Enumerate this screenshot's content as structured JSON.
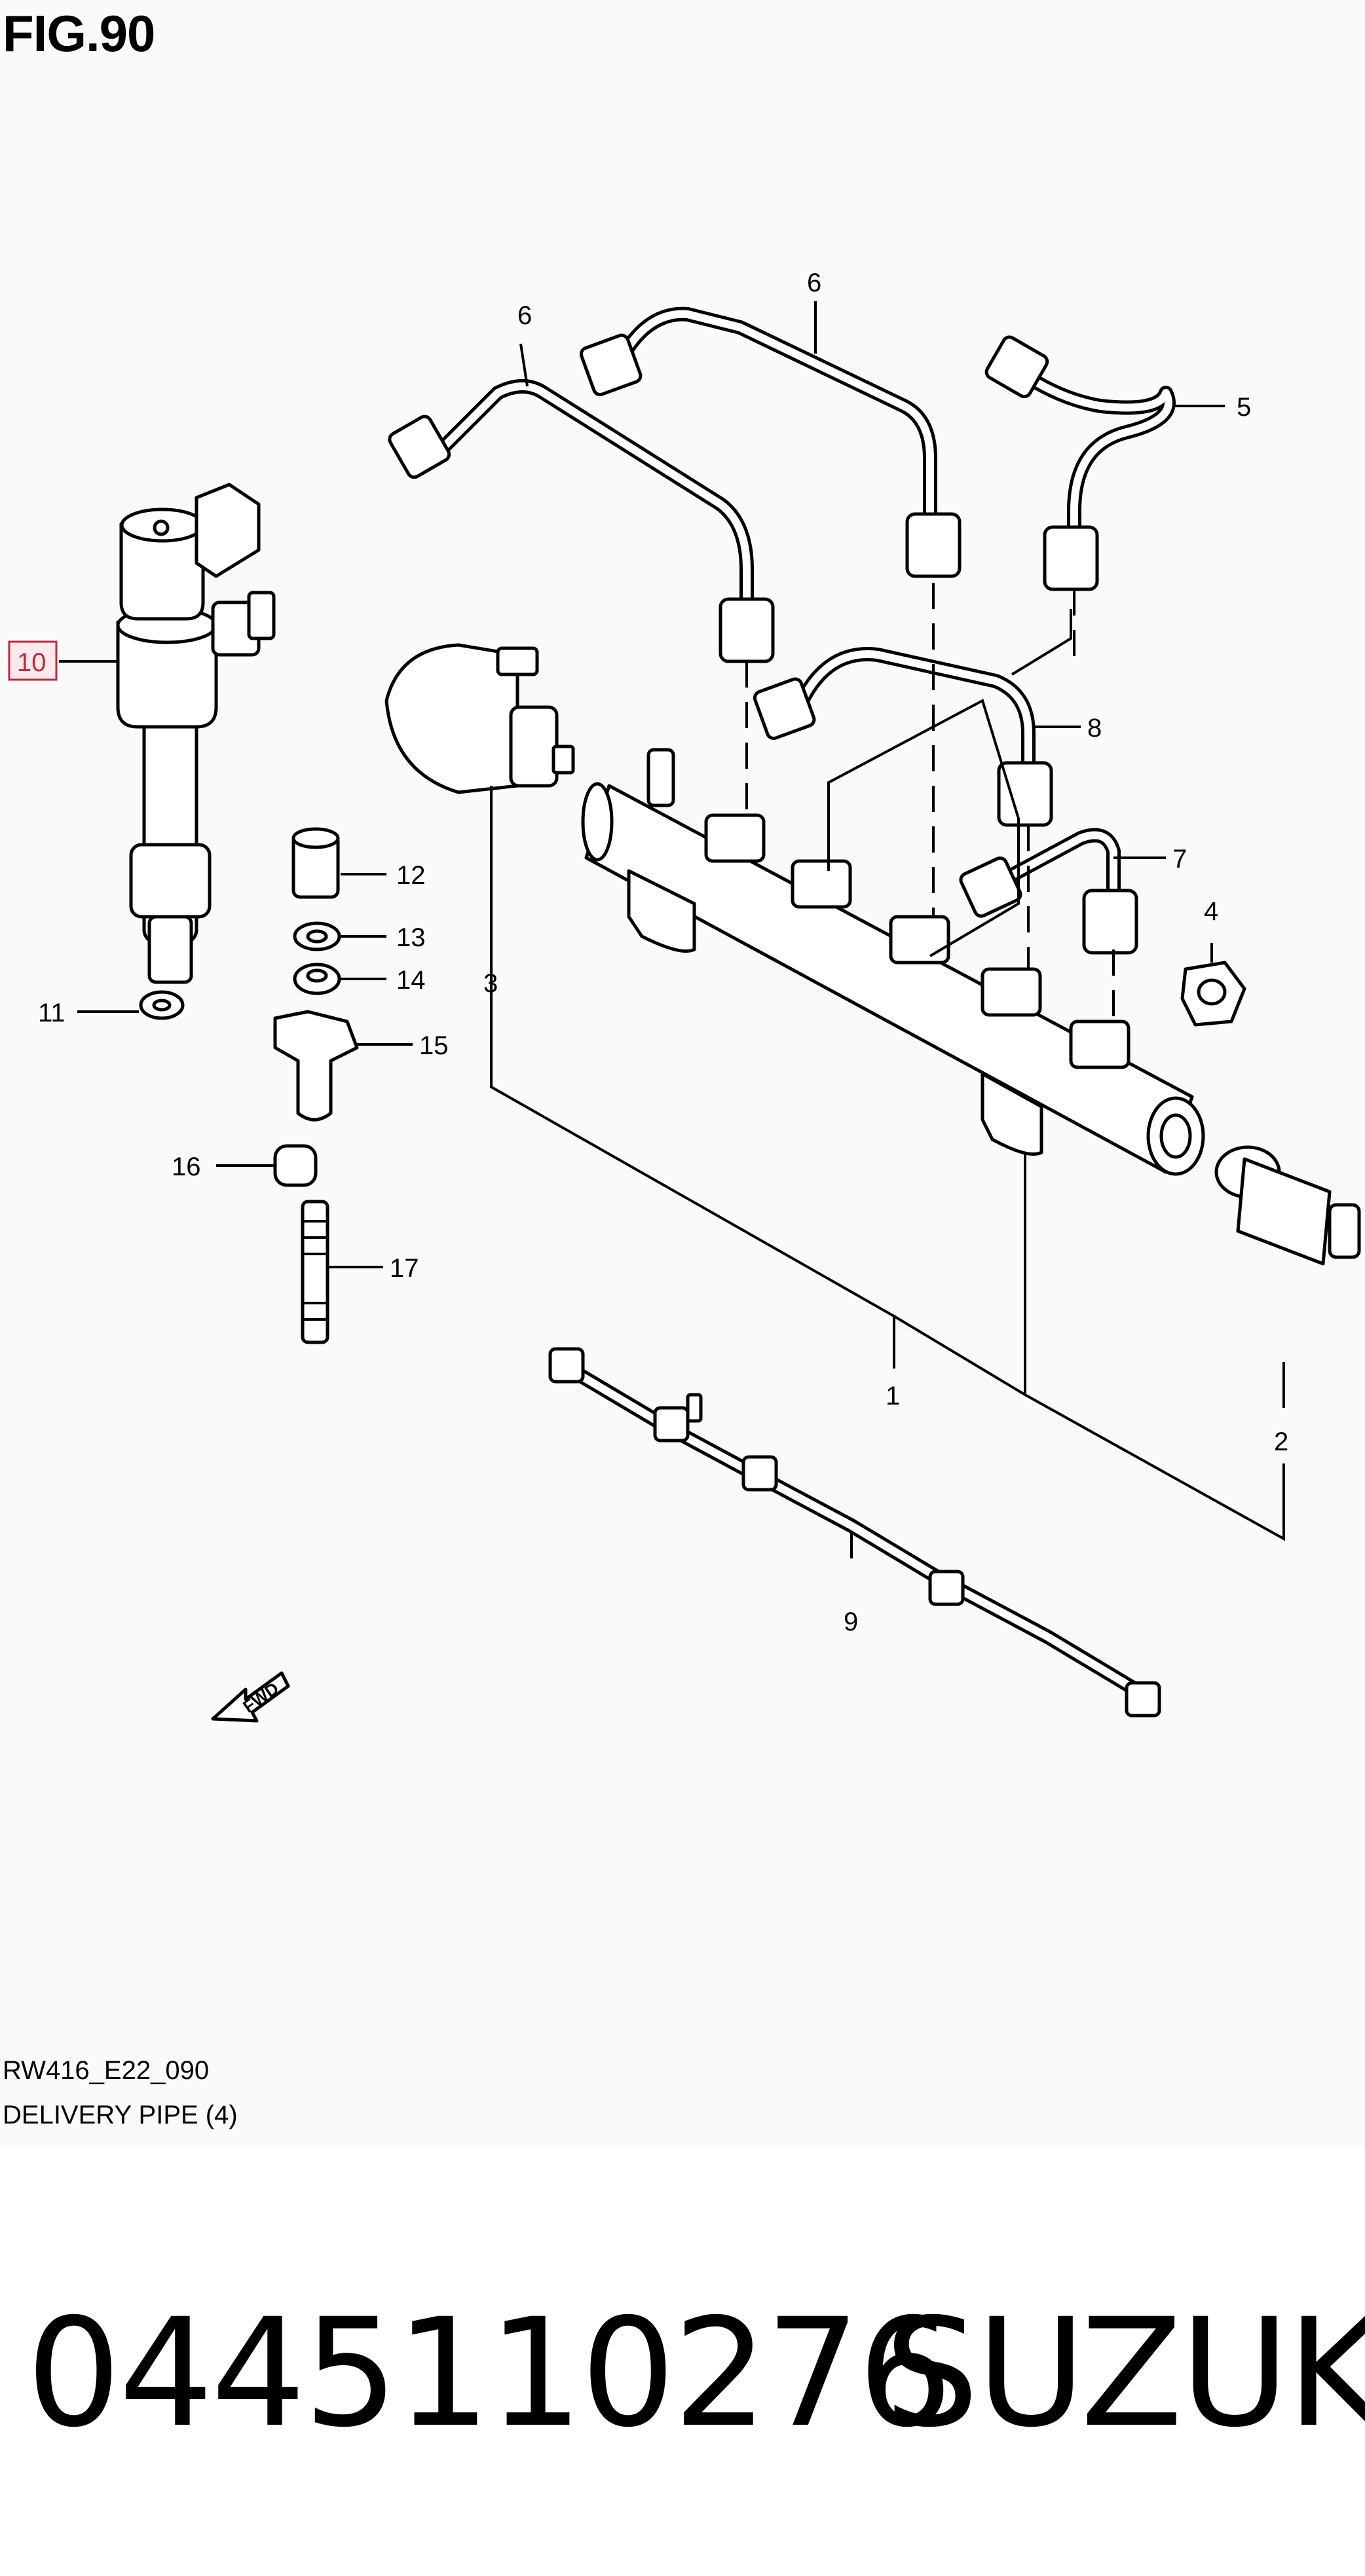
{
  "figure": {
    "title": "FIG.90",
    "diagram_code": "RW416_E22_090",
    "caption": "DELIVERY PIPE (4)"
  },
  "callouts": [
    "1",
    "2",
    "3",
    "4",
    "5",
    "6",
    "6",
    "7",
    "8",
    "9",
    "10",
    "11",
    "12",
    "13",
    "14",
    "15",
    "16",
    "17"
  ],
  "selected_callout": "10",
  "fwd_label": "FWD",
  "footer": {
    "part_number": "0445110276",
    "brand": "SUZUKI"
  },
  "colors": {
    "selected_callout": "#c0283d",
    "sheet_background": "#fafafa"
  }
}
